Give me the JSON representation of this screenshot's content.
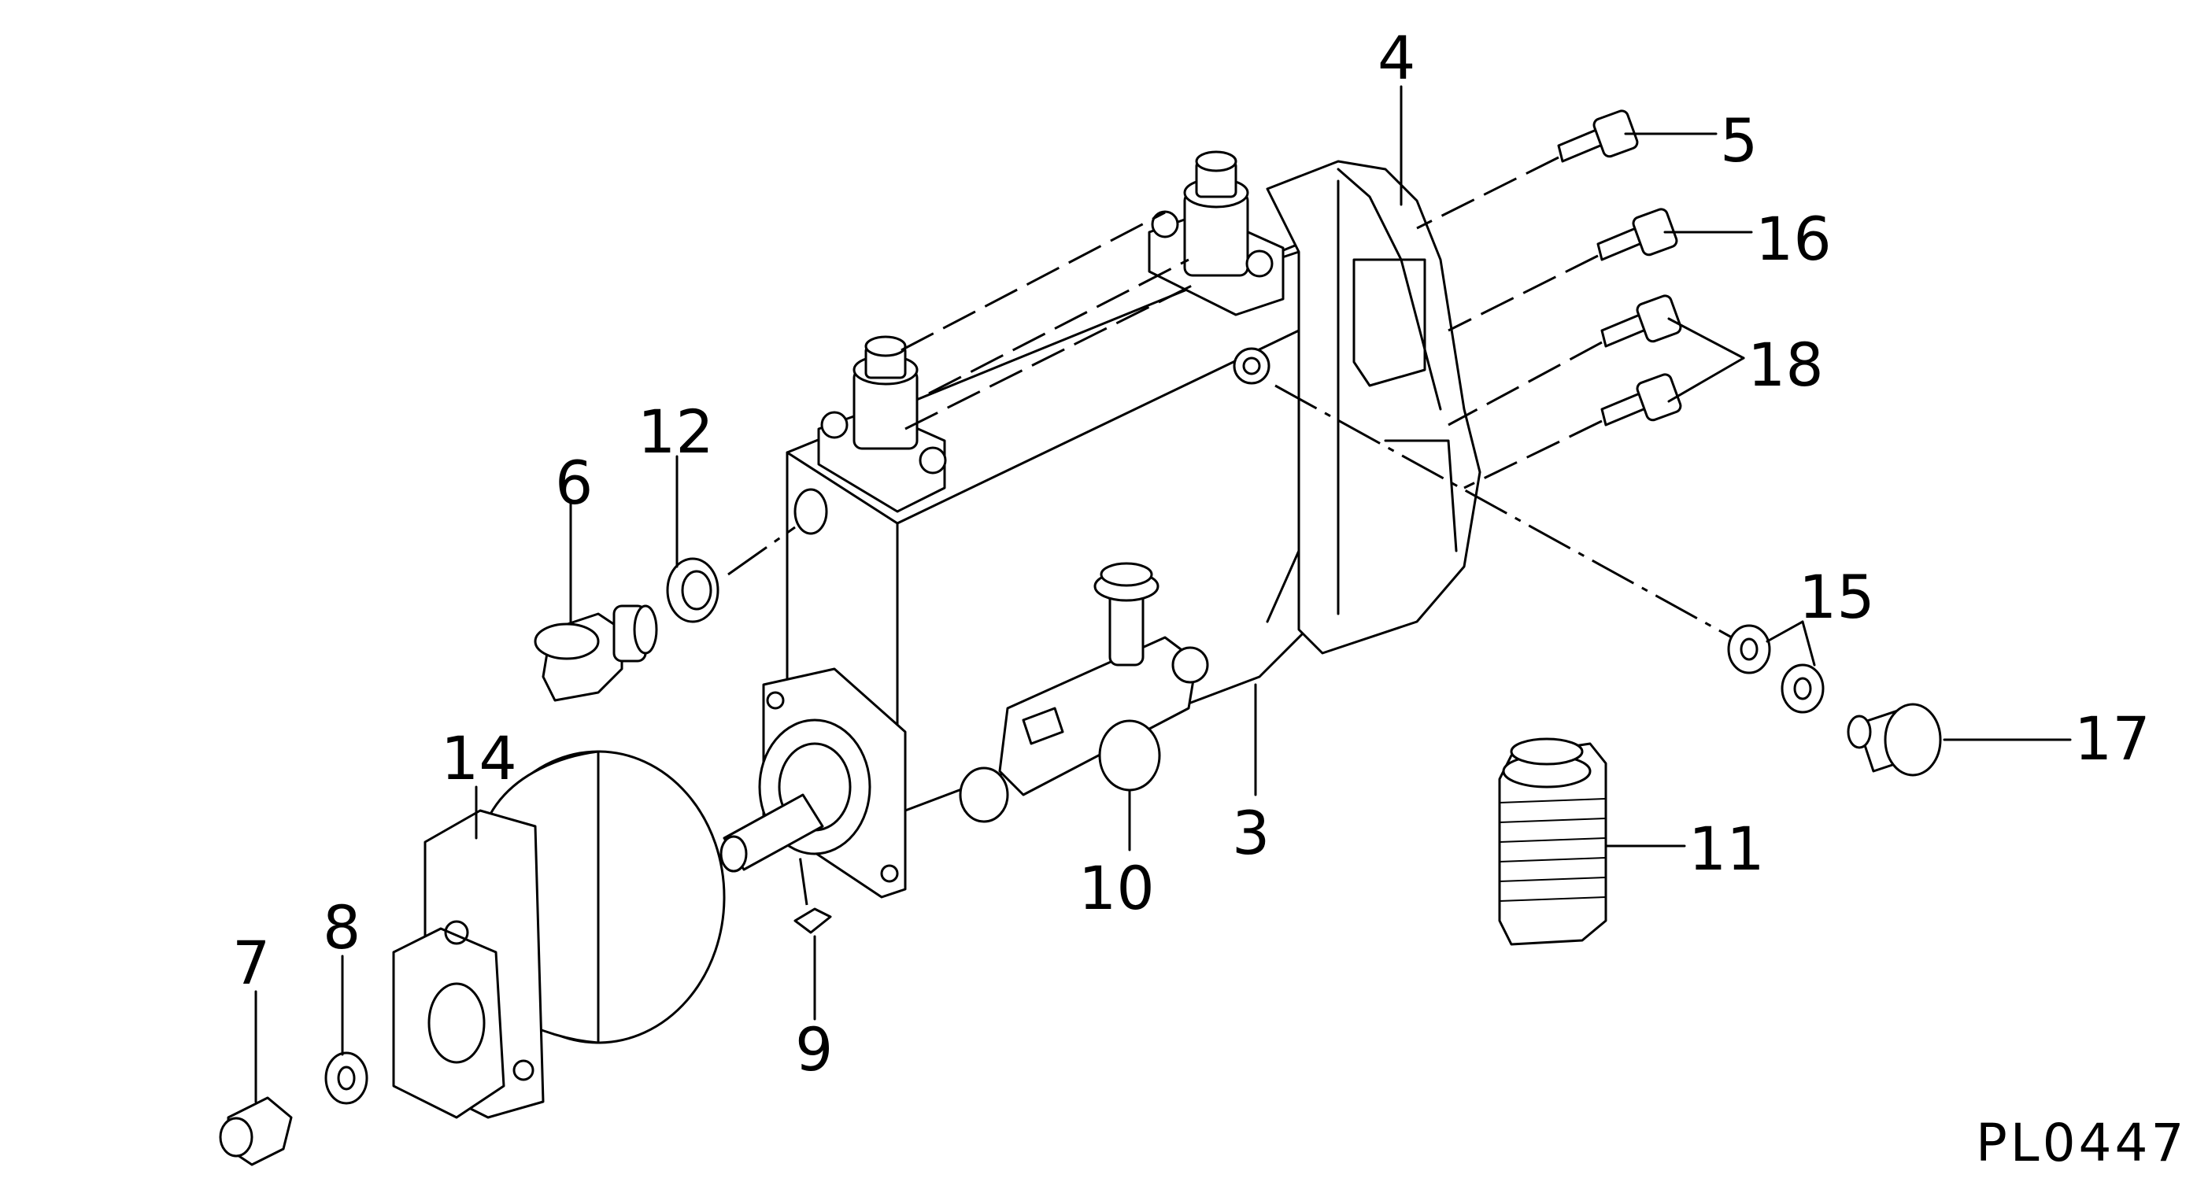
{
  "drawing": {
    "code": "PL0447",
    "callouts": [
      "3",
      "4",
      "5",
      "6",
      "7",
      "8",
      "9",
      "10",
      "11",
      "12",
      "14",
      "15",
      "16",
      "17",
      "18"
    ]
  }
}
